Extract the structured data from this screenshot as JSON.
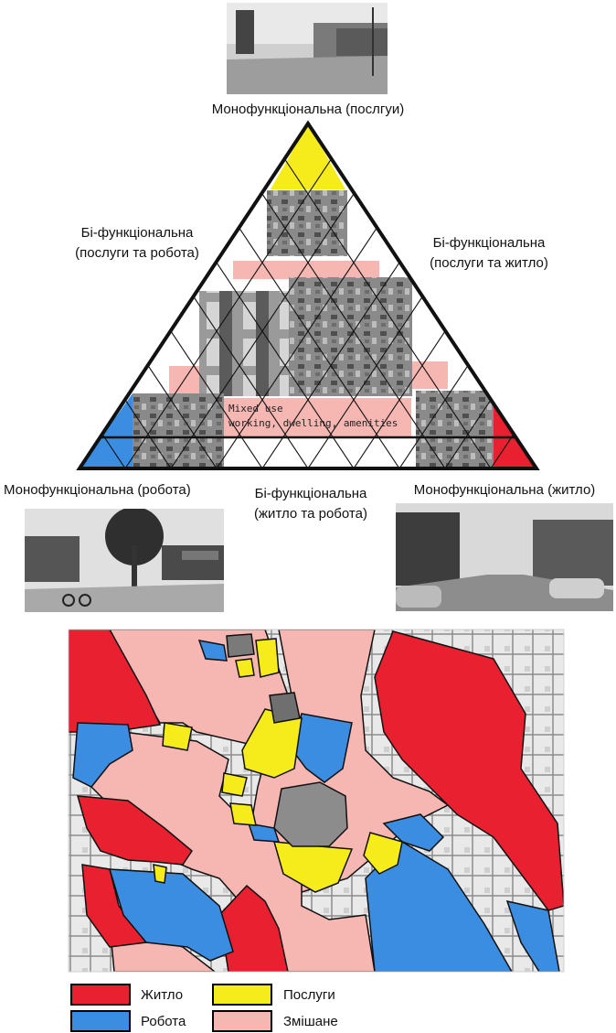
{
  "labels": {
    "top": "Монофункціональна (послгуи)",
    "left_mid_1": "Бі-функціональна",
    "left_mid_2": "(послуги та робота)",
    "right_mid_1": "Бі-функціональна",
    "right_mid_2": "(послуги та житло)",
    "bottom_left": "Монофункціональна (робота)",
    "bottom_mid_1": "Бі-функціональна",
    "bottom_mid_2": "(житло та робота)",
    "bottom_right": "Монофункціональна (житло)"
  },
  "mixed_use": {
    "line1": "Mixed use",
    "line2": "working, dwelling, amenities"
  },
  "legend": [
    {
      "label": "Житло",
      "color": "#e8202f"
    },
    {
      "label": "Робота",
      "color": "#3a8de0"
    },
    {
      "label": "Послуги",
      "color": "#f7ec1b"
    },
    {
      "label": "Змішане",
      "color": "#f6b7b3"
    }
  ],
  "colors": {
    "dwelling": "#e8202f",
    "working": "#3a8de0",
    "amenities": "#f7ec1b",
    "mixed": "#f6b7b3",
    "aerial": "#8c8c8c"
  }
}
